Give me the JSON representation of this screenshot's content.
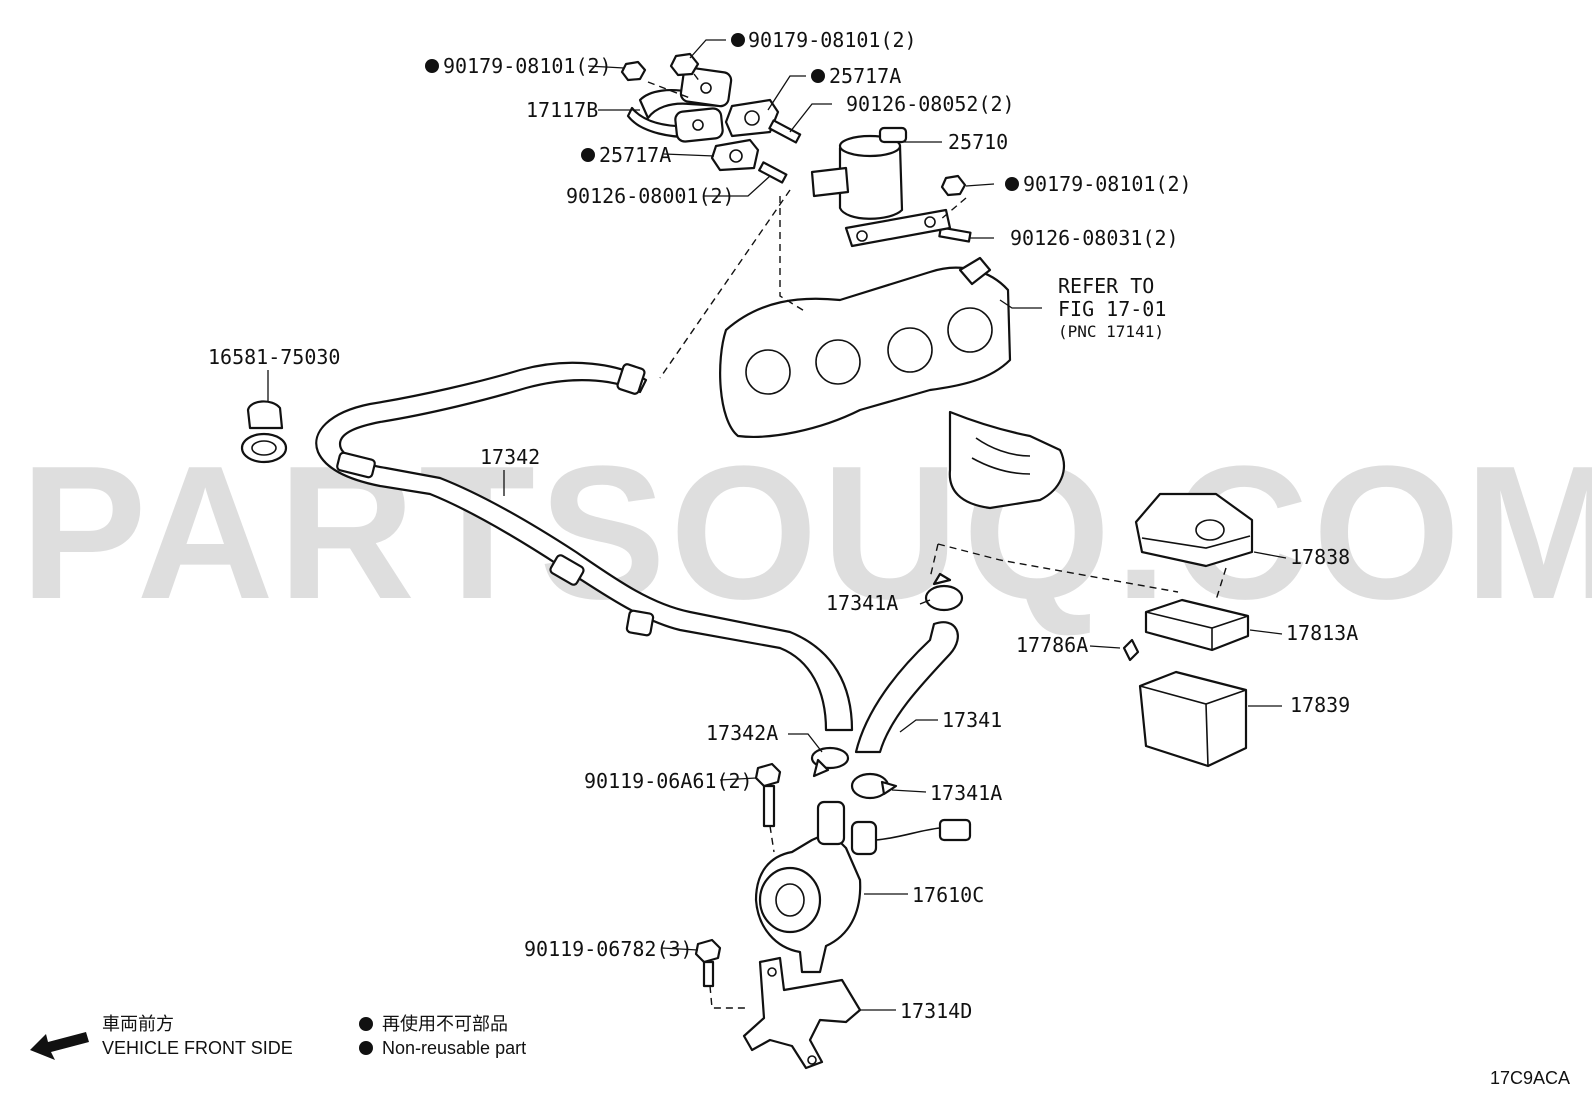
{
  "watermark": "PARTSOUQ.COM",
  "labels": {
    "p90179_top": "90179-08101(2)",
    "p90179_left": "90179-08101(2)",
    "p25717a_top": "25717A",
    "p17117b": "17117B",
    "p90126_08052": "90126-08052(2)",
    "p25717a_mid": "25717A",
    "p25710": "25710",
    "p90126_08001": "90126-08001(2)",
    "p90179_right": "90179-08101(2)",
    "p90126_08031": "90126-08031(2)",
    "refer_1": "REFER TO",
    "refer_2": "FIG 17-01",
    "refer_3": "(PNC 17141)",
    "p16581": "16581-75030",
    "p17342": "17342",
    "p17838": "17838",
    "p17341a_top": "17341A",
    "p17786a": "17786A",
    "p17813a": "17813A",
    "p17839": "17839",
    "p17342a": "17342A",
    "p17341": "17341",
    "p90119_06a61": "90119-06A61(2)",
    "p17341a_bot": "17341A",
    "p17610c": "17610C",
    "p90119_06782": "90119-06782(3)",
    "p17314d": "17314D"
  },
  "legend": {
    "front_jp": "車両前方",
    "front_en": "VEHICLE FRONT SIDE",
    "nonreuse_jp": "再使用不可部品",
    "nonreuse_en": "Non-reusable part"
  },
  "figure_code": "17C9ACA",
  "icons": {
    "front_arrow": "arrow-left-icon",
    "nonreuse_dot": "filled-circle-icon"
  }
}
